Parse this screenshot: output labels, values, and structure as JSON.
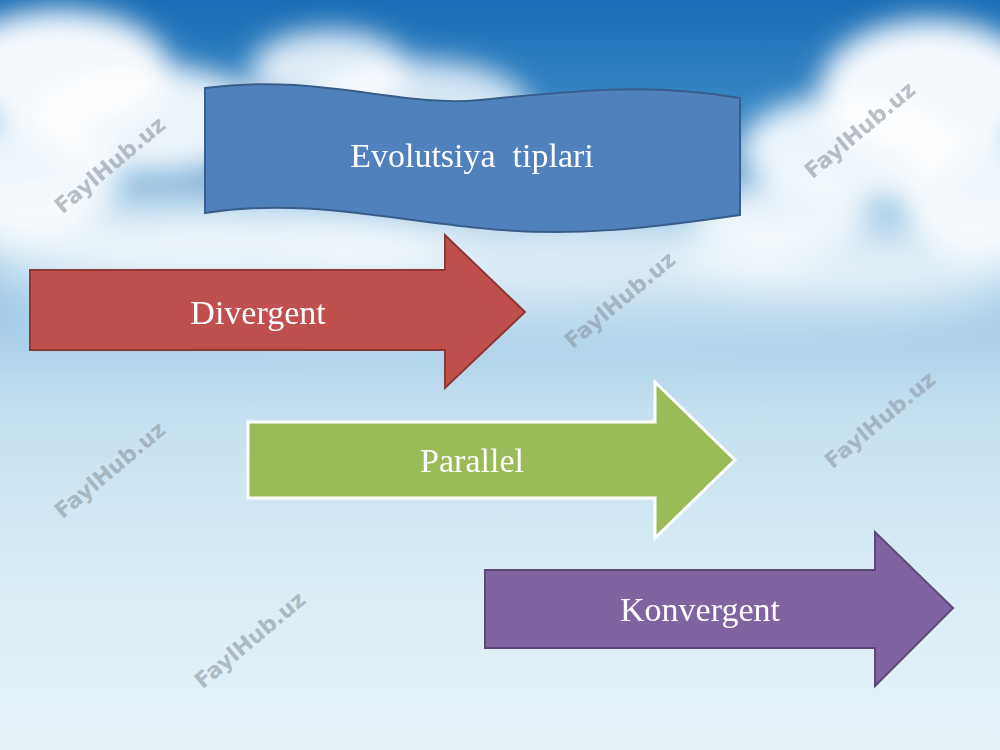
{
  "diagram": {
    "nodes": [
      {
        "text": [
          "Evolutsiya  tiplari"
        ]
      },
      {
        "text": [
          "Divergent"
        ]
      },
      {
        "text": [
          "Parallel"
        ]
      },
      {
        "text": [
          "Konvergent"
        ]
      }
    ],
    "labels": [
      "FaylHub.uz",
      "FaylHub.uz",
      "FaylHub.uz",
      "FaylHub.uz",
      "FaylHub.uz",
      "FaylHub.uz"
    ]
  }
}
